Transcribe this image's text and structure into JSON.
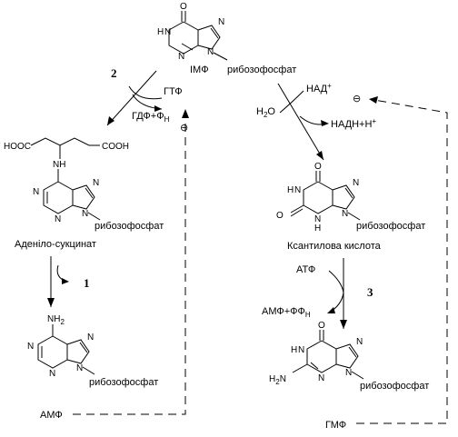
{
  "molecules": {
    "imp": {
      "name": "IMФ",
      "substituent": "рибозофосфат",
      "o": "O",
      "nh": "H",
      "n": "N"
    },
    "adenylosuccinate": {
      "name": "Аденіло-сукцинат",
      "chain_left": "HOOC",
      "chain_right": "COOH",
      "nh": "NH",
      "substituent": "рибозофосфат"
    },
    "xanthylic": {
      "name": "Ксантилова кислота",
      "substituent": "рибозофосфат",
      "o": "O",
      "h": "H"
    },
    "amp": {
      "name": "АМФ",
      "nh2": "NH",
      "nh2_sub": "2",
      "substituent": "рибозофосфат"
    },
    "gmp": {
      "name": "ГМФ",
      "h2n": "H",
      "h2n_sub": "2",
      "h2n_n": "N",
      "substituent": "рибозофосфат"
    }
  },
  "atoms": {
    "N": "N",
    "H": "H",
    "O": "O"
  },
  "reactions": {
    "r2": {
      "number": "2",
      "in": "ГТФ",
      "out": "ГДФ+Ф",
      "out_sub": "Н"
    },
    "r_oxid": {
      "in_left": "H",
      "in_left_sub": "2",
      "in_left_o": "O",
      "in_right": "НАД",
      "in_right_sup": "+",
      "out": "НАДН+Н",
      "out_sup": "+"
    },
    "r1": {
      "number": "1"
    },
    "r3": {
      "number": "3",
      "in": "АТФ",
      "out": "АМФ+ФФ",
      "out_sub": "Н"
    }
  },
  "feedback": {
    "inhibition": "⊖"
  }
}
